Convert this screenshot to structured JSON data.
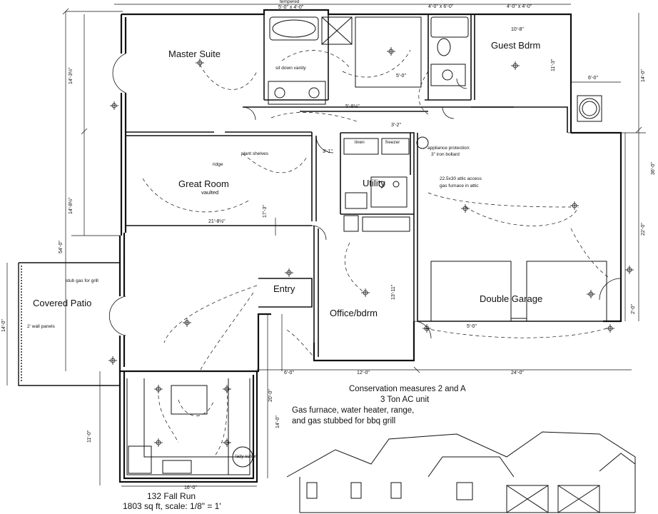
{
  "rooms": {
    "master": "Master Suite",
    "guest": "Guest Bdrm",
    "great": "Great Room",
    "great_sub": "vaulted",
    "utility": "Utility",
    "office": "Office/bdrm",
    "garage": "Double Garage",
    "patio": "Covered Patio",
    "entry": "Entry"
  },
  "labels": {
    "tempered": "tempered",
    "sit_vanity": "sit down vanity",
    "plant_shelves": "plant shelves",
    "ridge": "ridge",
    "linen": "linen",
    "freezer": "freezer",
    "appliance1": "appliance protection:",
    "appliance2": "3\" iron bollard",
    "attic1": "22.5x30 attic access",
    "attic2": "gas furnace in attic",
    "stub_gas": "stub gas for grill",
    "wall_panels": "2' wall panels",
    "lazy_susan": "lazy susan"
  },
  "dims": {
    "top_windows1": "5'-0\" x 4'-0\"",
    "top_windows2": "4'-0\" x 6'-0\"",
    "top_windows3": "4'-0\" x 4'-0\"",
    "guest_w": "10'-8\"",
    "guest_h": "11'-3\"",
    "six_ft": "6'-0\"",
    "fourteen": "14'-0\"",
    "thirtysix": "36'-0\"",
    "twentytwo": "22'-0\"",
    "fiftyfour": "54'-0\"",
    "master_h": "14'-3½\"",
    "great_h": "14'-8½\"",
    "great_w": "21'-8½\"",
    "hall_h": "17'-3\"",
    "bath_a": "5'-0\"",
    "bath_b": "5'-8½\"",
    "closet": "3'-1\"",
    "util_a": "3'-2\"",
    "office_h": "13'-11\"",
    "office_w": "12'-0\"",
    "garage_w": "24'-0\"",
    "entry_w": "6'-0\"",
    "kitchen_h": "20'-0\"",
    "kitchen_h2": "14'-0\"",
    "kitchen_w": "16'-0\"",
    "kitchen_left": "11'-0\"",
    "patio_h": "14'-0\"",
    "door_w": "5'-0\"",
    "two_ft": "2'-0\""
  },
  "notes": {
    "line1": "Conservation measures 2 and A",
    "line2": "3 Ton AC unit",
    "line3": "Gas furnace, water heater, range,",
    "line4": "and gas stubbed for bbq grill"
  },
  "title": {
    "address": "132 Fall Run",
    "area": "1803 sq ft, scale: 1/8\" = 1'"
  }
}
